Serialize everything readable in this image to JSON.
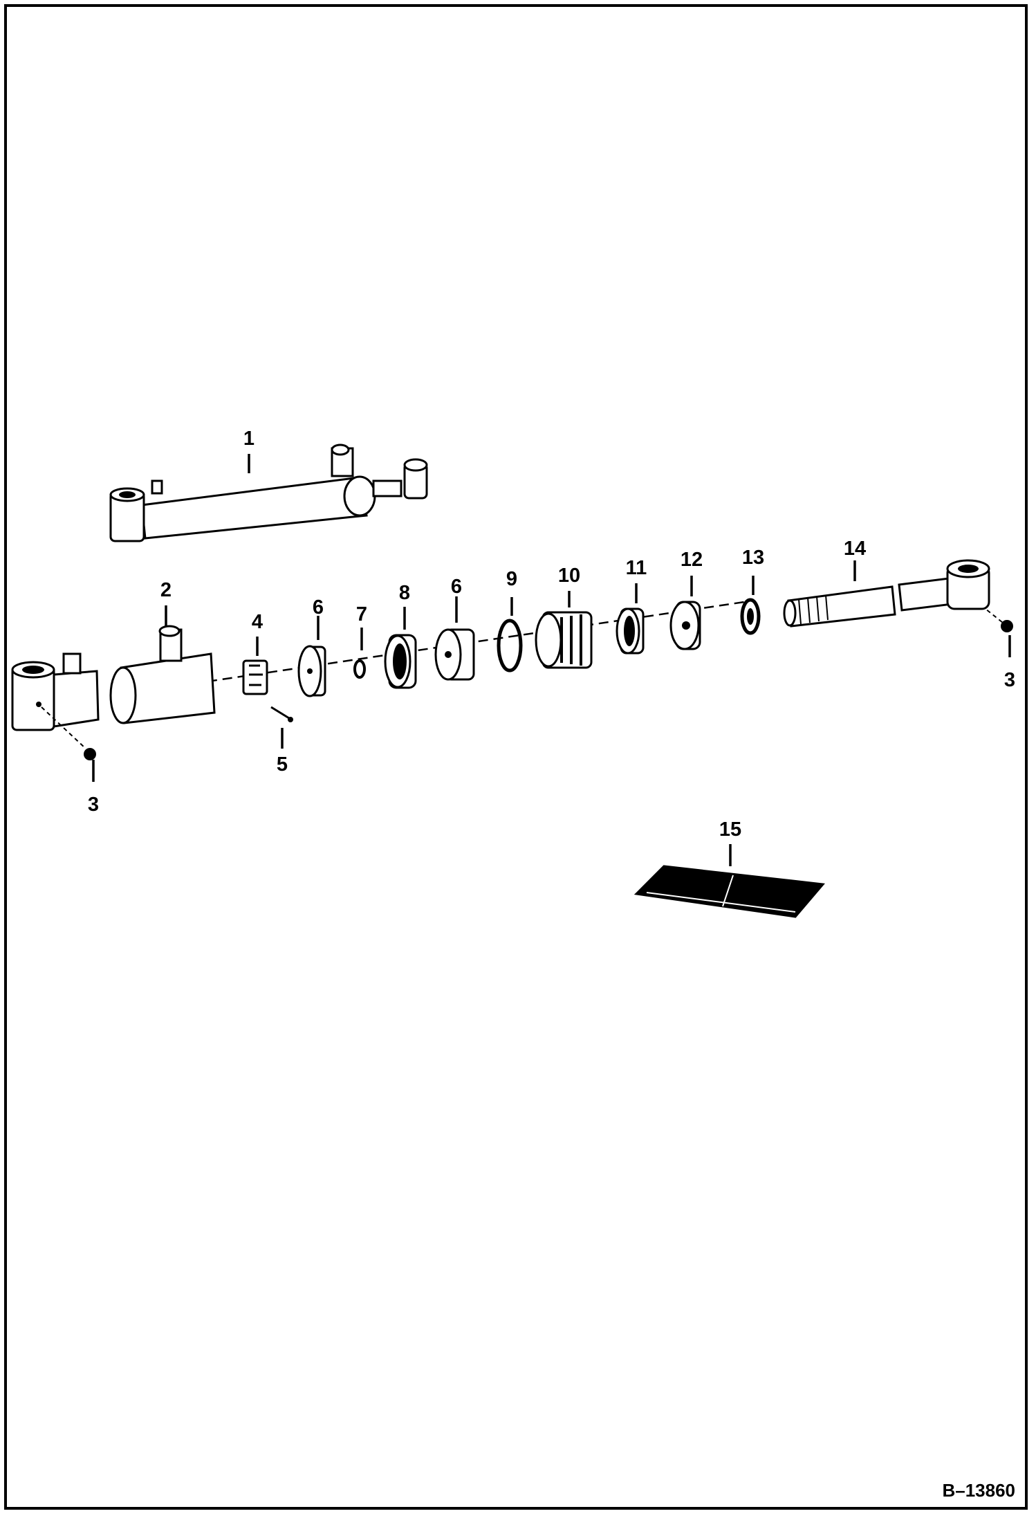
{
  "callouts": {
    "c1": "1",
    "c2": "2",
    "c3a": "3",
    "c3b": "3",
    "c4": "4",
    "c5": "5",
    "c6a": "6",
    "c6b": "6",
    "c7": "7",
    "c8": "8",
    "c9": "9",
    "c10": "10",
    "c11": "11",
    "c12": "12",
    "c13": "13",
    "c14": "14",
    "c15": "15"
  },
  "drawing_number": "B–13860",
  "colors": {
    "line": "#000000",
    "background": "#ffffff"
  }
}
